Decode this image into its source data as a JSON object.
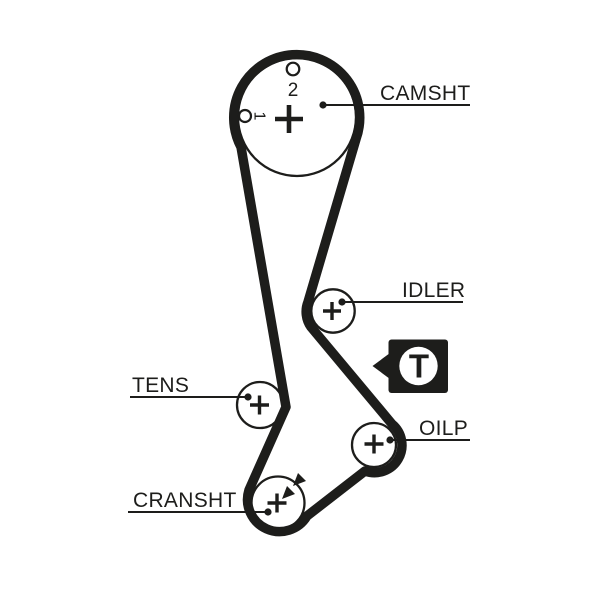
{
  "colors": {
    "ink": "#1d1d1b",
    "paper": "#ffffff"
  },
  "labels": {
    "camshaft": "CAMSHT",
    "idler": "IDLER",
    "tensioner": "TENS",
    "oil_pump": "OILP",
    "crankshaft": "CRANSHT"
  },
  "timing_marks": {
    "camshaft_mark_1": "1",
    "camshaft_mark_2": "2"
  },
  "badges": {
    "tensioner_letter": "T"
  }
}
